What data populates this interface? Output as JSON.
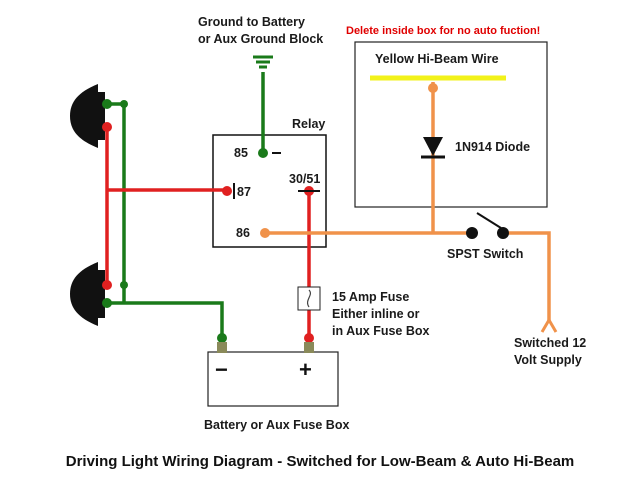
{
  "labels": {
    "ground_line1": "Ground to Battery",
    "ground_line2": "or Aux Ground Block",
    "delete_note": "Delete inside box for no auto fuction!",
    "yellow_wire": "Yellow Hi-Beam Wire",
    "relay": "Relay",
    "diode": "1N914 Diode",
    "pin_85": "85",
    "pin_87": "87",
    "pin_30_51": "30/51",
    "pin_86": "86",
    "spst_switch": "SPST Switch",
    "fuse_line1": "15 Amp Fuse",
    "fuse_line2": "Either inline or",
    "fuse_line3": "in Aux Fuse Box",
    "switched_line1": "Switched 12",
    "switched_line2": "Volt Supply",
    "battery_minus": "−",
    "battery_plus": "+",
    "battery_label": "Battery or Aux Fuse Box",
    "title": "Driving Light Wiring Diagram - Switched for Low-Beam & Auto Hi-Beam"
  },
  "colors": {
    "ground_wire": "#1a7a1a",
    "power_wire": "#e02020",
    "switch_wire": "#f0924a",
    "hi_beam_wire": "#f2f21a",
    "note_text": "#e00000"
  }
}
